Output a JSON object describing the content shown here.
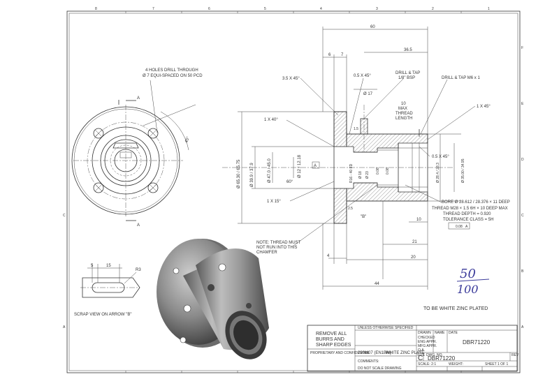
{
  "border": {
    "top_numbers": [
      "8",
      "7",
      "6",
      "5",
      "4",
      "3",
      "2",
      "1"
    ],
    "side_letters": [
      "F",
      "E",
      "D",
      "C",
      "B",
      "A"
    ]
  },
  "front_view": {
    "hole_note_line1": "4 HOLES DRILL THROUGH",
    "hole_note_line2": "Ø 7 EQUI-SPACED ON 50 PCD",
    "angle": "45°",
    "section_marker": "A"
  },
  "scrap_view": {
    "dim_5": "5",
    "dim_15": "15",
    "dim_r3": "R3",
    "caption": "SCRAP VIEW ON ARROW \"B\""
  },
  "section_view": {
    "dims": {
      "overall_length": "60",
      "d_36_5": "36.5",
      "d_6": "6",
      "d_7": "7",
      "d_17": "Ø 17",
      "d_10": "10",
      "d_4": "4",
      "d_20": "20",
      "d_21": "21",
      "d_44": "44",
      "d_10b": "10",
      "d_2_5": "2.5",
      "d_1_5": "1.5",
      "flange_dia": "Ø 65.30 / 65.75",
      "bore_dia": "Ø 39.9 / 37.9",
      "dia_47": "Ø 47.0 / 45.0",
      "dia_12": "Ø 12 / 12.18",
      "dia_18": "Ø 18",
      "dia_23": "Ø 23",
      "dia_28_4": "Ø 28.4 / 28.3",
      "dia_35": "Ø 35.00 / 34.95",
      "r_16": "R16 - 40 FD",
      "tol_08a": "0.08",
      "tol_08b": "0.08"
    },
    "notes": {
      "chamfer_1": "3.5 X 45°",
      "chamfer_2": "0.5 X 45°",
      "drill_tap_bsp_1": "DRILL & TAP",
      "drill_tap_bsp_2": "1/8\" BSP",
      "drill_tap_m6": "DRILL & TAP M6 x 1",
      "max_thread_1": "10",
      "max_thread_2": "MAX",
      "max_thread_3": "THREAD",
      "max_thread_4": "LENGTH",
      "chamfer_3": "1 X 40°",
      "chamfer_4": "1 X 45°",
      "chamfer_5": "0.5 X 45°",
      "chamfer_6": "1 X 15°",
      "angle_60": "60°",
      "bore_note": "BORE Ø 28.612 / 28.376 × 11 DEEP",
      "thread_note": "THREAD M28 × 1.5 6H × 10 DEEP MAX",
      "thread_depth": "THREAD DEPTH = 0.920",
      "tolerance": "TOLERANCE CLASS = 5H",
      "note_1": "NOTE: THREAD MUST",
      "note_2": "NOT RUN INTO THIS",
      "note_3": "CHAMFER",
      "arrow_b": "\"B\"",
      "datum_a": "A"
    }
  },
  "handwritten": {
    "numerator": "50",
    "denominator": "100"
  },
  "finish_note": "TO BE WHITE ZINC PLATED",
  "title_block": {
    "remove_1": "REMOVE ALL",
    "remove_2": "BURRS AND",
    "remove_3": "SHARP EDGES",
    "unless": "UNLESS OTHERWISE SPECIFIED",
    "material": "230M07 (EN1BM)",
    "finish": "WHITE ZINC PLATE",
    "size_label": "SIZE",
    "size": "C",
    "dwg_no_label": "DWG. NO.",
    "dwg_no": "DBR71220",
    "title": "DBR71220",
    "rev_label": "REV",
    "scale": "SCALE: 2:1",
    "weight": "WEIGHT:",
    "sheet": "SHEET 1 OF 1",
    "name_hdr": "NAME",
    "date_hdr": "DATE",
    "drawn": "DRAWN",
    "checked": "CHECKED",
    "eng_appr": "ENG APPR.",
    "mfg_appr": "MFG APPR.",
    "qa": "Q.A.",
    "comments": "COMMENTS:",
    "proprietary": "PROPRIETARY AND CONFIDENTIAL",
    "do_not_scale": "DO NOT SCALE DRAWING"
  }
}
